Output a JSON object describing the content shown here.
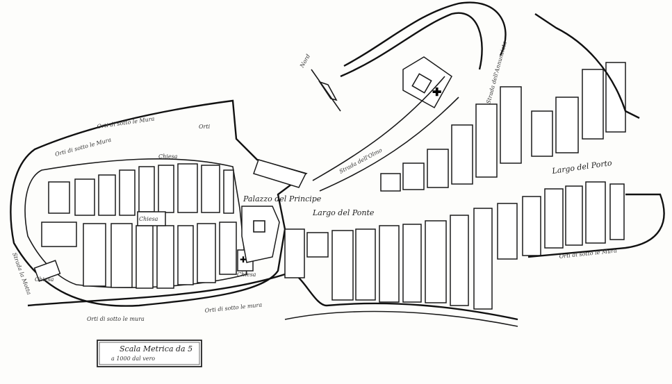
{
  "title": "Pianta della città",
  "labels": {
    "north": "Nord",
    "orti_top_left": "Orti di sotto le Mura",
    "orti_top_mid": "Orti di sotto le Mura",
    "orti_top_right": "Orti",
    "chiesa_top": "Chiesa",
    "chiesa_center": "Chiesa",
    "chiesa_right": "Chiesa",
    "chiesa_left": "Chiesa",
    "palazzo": "Palazzo del Principe",
    "largo_ponte": "Largo del Ponte",
    "largo_porto": "Largo del Porto",
    "strada_olmo": "Strada dell'Olmo",
    "strada_motta": "Strada la Motta",
    "orti_bottom": "Orti di sotto le mura",
    "orti_bottom_right": "Orti di sotto le mura",
    "orti_porto": "Orti di sotto le Mura",
    "strada_right": "Strada dell'Annunziata"
  },
  "scale": {
    "line1": "Scala Metrica da 5",
    "line2": "a 1000 dal vero"
  }
}
